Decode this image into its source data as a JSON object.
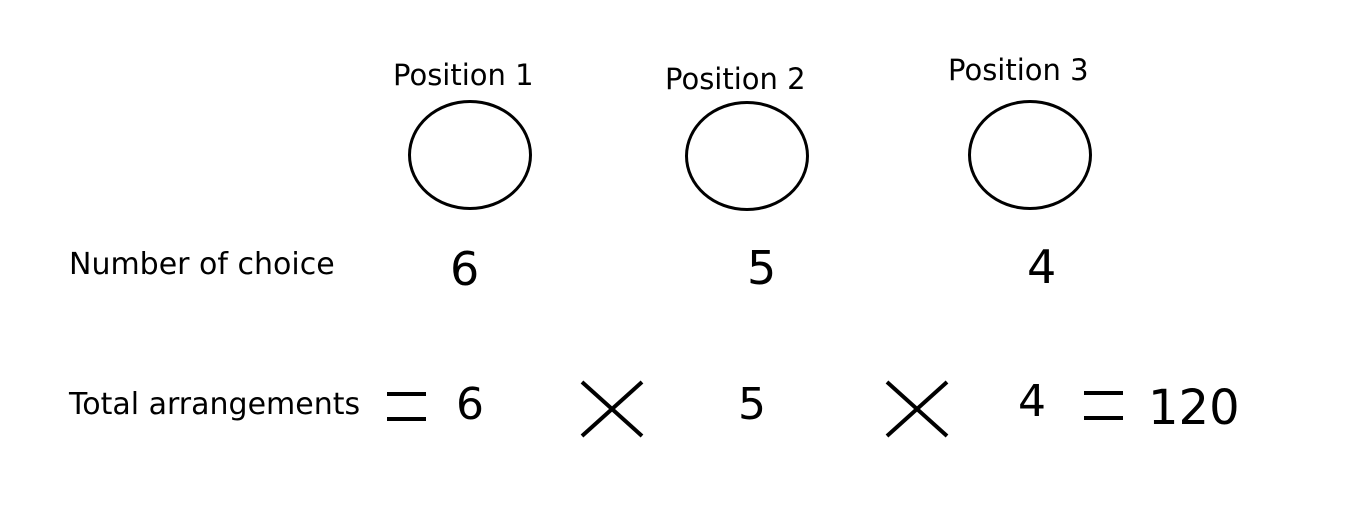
{
  "positions": [
    {
      "label": "Position 1",
      "choices": "6"
    },
    {
      "label": "Position 2",
      "choices": "5"
    },
    {
      "label": "Position 3",
      "choices": "4"
    }
  ],
  "rows": {
    "choices_label": "Number of choice",
    "total_label": "Total arrangements"
  },
  "equation": {
    "factors": [
      "6",
      "5",
      "4"
    ],
    "result": "120"
  },
  "icons": {
    "equals": "equals-sign-icon",
    "multiply": "multiply-sign-icon",
    "slot": "circle-slot-icon"
  }
}
